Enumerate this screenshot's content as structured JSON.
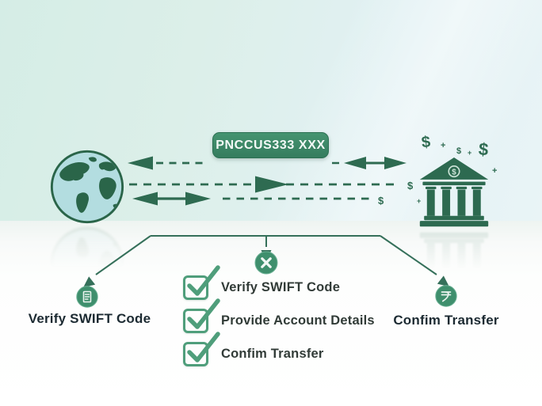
{
  "badge": {
    "swift_code": "PNCCUS333 XXX"
  },
  "scene": {
    "currency_symbols": {
      "dollar": "$",
      "sparkle": "+"
    }
  },
  "flowchart": {
    "left_node_label": "Verify SWIFT Code",
    "right_node_label": "Confim Transfer",
    "checklist": [
      {
        "label": "Verify SWIFT Code",
        "checked": true
      },
      {
        "label": "Provide Account Details",
        "checked": true
      },
      {
        "label": "Confim Transfer",
        "checked": true
      }
    ]
  },
  "icons": {
    "globe": "globe",
    "bank": "bank-building",
    "center_node": "x-mark-circle",
    "left_node": "document-circle",
    "right_node": "currency-circle",
    "checkbox": "checked-checkbox"
  },
  "colors": {
    "dark_green": "#2e6b51",
    "badge_green": "#3c8a68",
    "check_green": "#4f9e7b",
    "node_green": "#3f8f6d",
    "bg_top_left": "#d5ede6",
    "bg_top_right": "#e9f4f6",
    "bg_bottom": "#ffffff",
    "label_text": "#1c2a32",
    "checklist_text": "#313b37"
  }
}
